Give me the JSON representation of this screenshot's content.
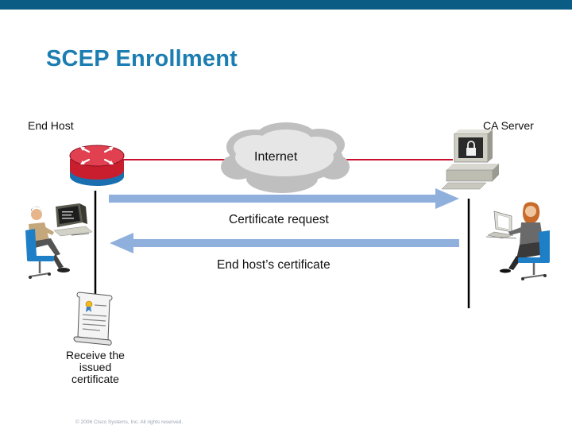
{
  "title": "SCEP Enrollment",
  "nodes": {
    "end_host": "End Host",
    "ca_server": "CA Server",
    "internet": "Internet"
  },
  "arrows": {
    "request": "Certificate request",
    "response": "End host’s certificate"
  },
  "receive": {
    "line1": "Receive the",
    "line2": "issued",
    "line3": "certificate"
  },
  "footer": "© 2006 Cisco Systems, Inc. All rights reserved.",
  "colors": {
    "topbar": "#0b5c84",
    "title": "#1b7db1",
    "link": "#c8102e",
    "arrow": "#8fb0dc",
    "router": "#1a6fb0"
  },
  "icons": [
    "router-icon",
    "cloud-icon",
    "ca-server-icon",
    "admin-user-icon",
    "ca-user-icon",
    "certificate-icon"
  ]
}
